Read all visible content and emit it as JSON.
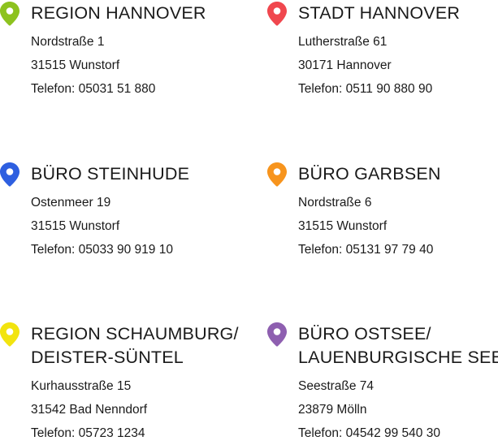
{
  "offices": [
    {
      "name_lines": [
        "REGION HANNOVER"
      ],
      "street": "Nordstraße 1",
      "city": "31515 Wunstorf",
      "phone": "Telefon: 05031 51 880",
      "pin_color": "#8dc21f",
      "icon": "location-pin-icon"
    },
    {
      "name_lines": [
        "STADT HANNOVER"
      ],
      "street": "Lutherstraße 61",
      "city": "30171 Hannover",
      "phone": "Telefon: 0511 90 880 90",
      "pin_color": "#f0474e",
      "icon": "location-pin-icon"
    },
    {
      "name_lines": [
        "BÜRO STEINHUDE"
      ],
      "street": "Ostenmeer 19",
      "city": "31515 Wunstorf",
      "phone": "Telefon: 05033 90 919 10",
      "pin_color": "#2e5fe0",
      "icon": "location-pin-icon"
    },
    {
      "name_lines": [
        "BÜRO GARBSEN"
      ],
      "street": "Nordstraße 6",
      "city": "31515 Wunstorf",
      "phone": "Telefon: 05131 97 79 40",
      "pin_color": "#f7941d",
      "icon": "location-pin-icon"
    },
    {
      "name_lines": [
        "REGION SCHAUMBURG/",
        "DEISTER-SÜNTEL"
      ],
      "street": "Kurhausstraße 15",
      "city": "31542 Bad Nenndorf",
      "phone": "Telefon: 05723 1234",
      "pin_color": "#f2e40f",
      "icon": "location-pin-icon"
    },
    {
      "name_lines": [
        "BÜRO OSTSEE/",
        "LAUENBURGISCHE SEEN"
      ],
      "street": "Seestraße 74",
      "city": "23879 Mölln",
      "phone": "Telefon: 04542 99 540 30",
      "pin_color": "#8e5fb0",
      "icon": "location-pin-icon"
    }
  ]
}
